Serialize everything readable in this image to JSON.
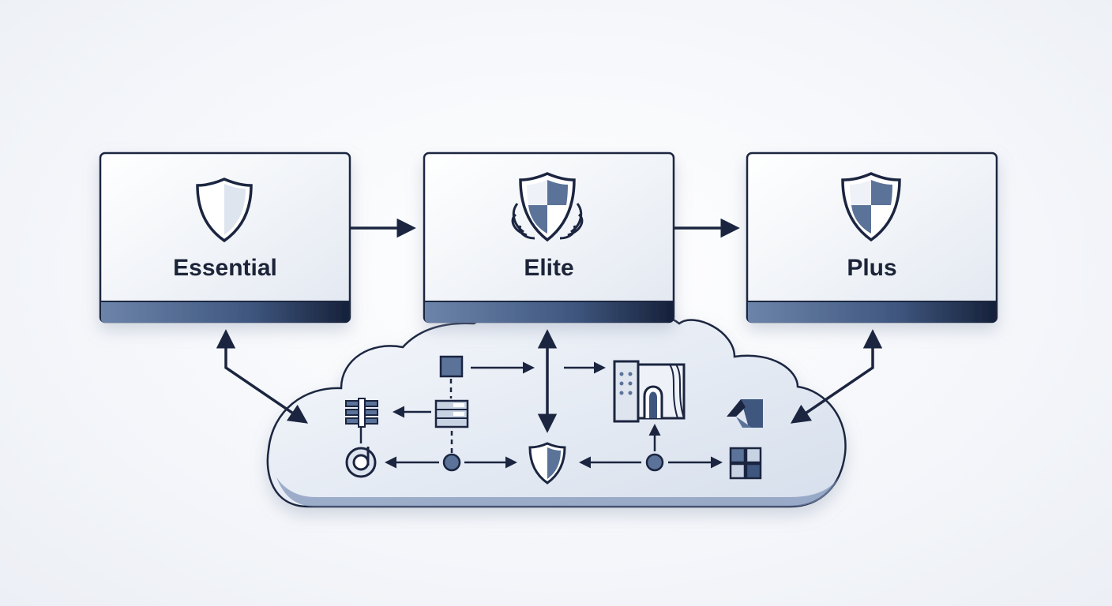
{
  "diagram": {
    "tiers": [
      {
        "id": "essential",
        "label": "Essential",
        "icon": "shield-icon"
      },
      {
        "id": "elite",
        "label": "Elite",
        "icon": "laurel-shield-icon"
      },
      {
        "id": "plus",
        "label": "Plus",
        "icon": "checkered-shield-icon"
      }
    ],
    "cloud": {
      "icons": [
        "square-node-icon",
        "server-rack-icon",
        "database-stack-icon",
        "sync-cycle-icon",
        "circle-node-icon",
        "shield-icon",
        "data-center-icon",
        "circle-node-icon",
        "app-grid-icon",
        "cloud-provider-icon"
      ]
    },
    "colors": {
      "stroke": "#1b2540",
      "accent": "#5b7399",
      "box_fill": "#f5f7fb",
      "cloud_fill": "#eef2f8"
    }
  }
}
